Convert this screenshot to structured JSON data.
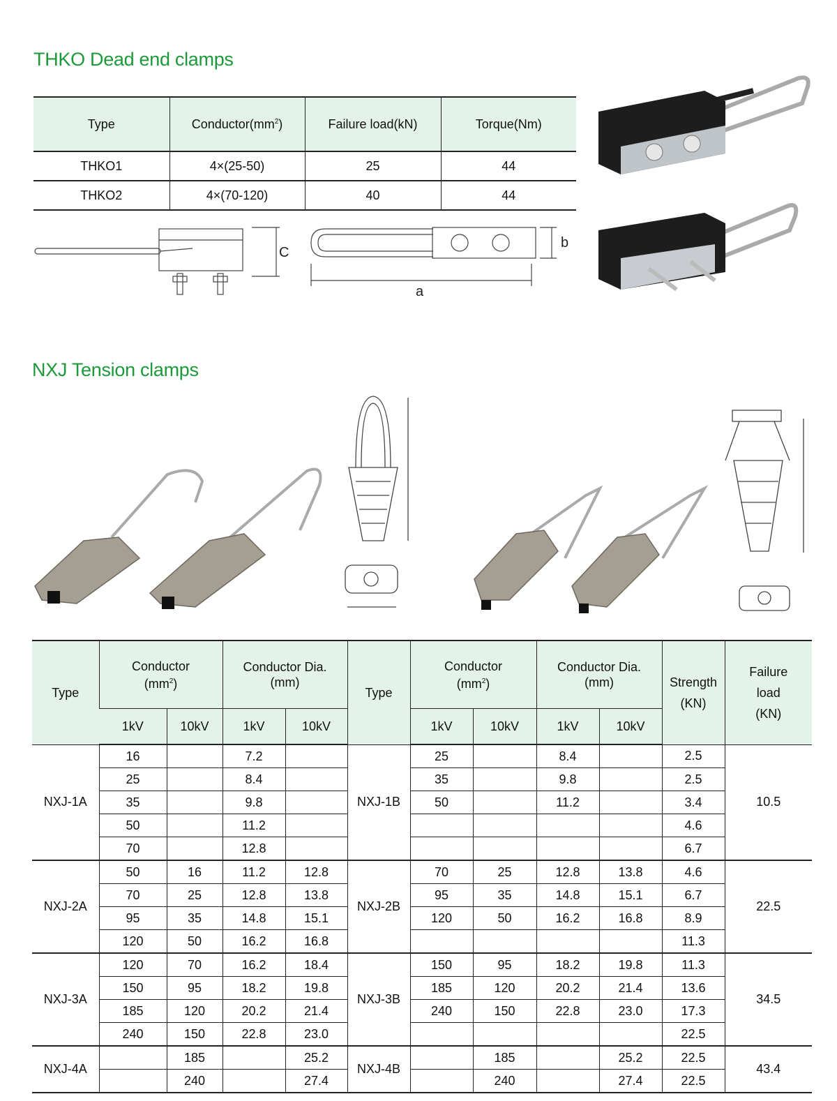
{
  "sections": {
    "thko_title": "THKO Dead end clamps",
    "nxj_title": "NXJ Tension clamps"
  },
  "thko_table": {
    "headers": [
      "Type",
      "Conductor(mm",
      "Failure load(kN)",
      "Torque(Nm)"
    ],
    "header_sup": "2",
    "header_close": ")",
    "rows": [
      [
        "THKO1",
        "4×(25-50)",
        "25",
        "44"
      ],
      [
        "THKO2",
        "4×(70-120)",
        "40",
        "44"
      ]
    ]
  },
  "thko_drawing": {
    "label_c": "C",
    "label_a": "a",
    "label_b": "b"
  },
  "nxj_table": {
    "head": {
      "type": "Type",
      "conductor": "Conductor",
      "conductor_unit_open": "(mm",
      "conductor_unit_sup": "2",
      "conductor_unit_close": ")",
      "dia": "Conductor Dia.",
      "dia_unit": "(mm)",
      "kv1": "1kV",
      "kv10": "10kV",
      "strength": "Strength",
      "strength_unit": "(KN)",
      "failure": "Failure",
      "failure_2": "load",
      "failure_unit": "(KN)"
    },
    "groups": [
      {
        "a_type": "NXJ-1A",
        "b_type": "NXJ-1B",
        "failure": "10.5",
        "rows": [
          [
            "16",
            "",
            "7.2",
            "",
            "25",
            "",
            "8.4",
            "",
            "2.5"
          ],
          [
            "25",
            "",
            "8.4",
            "",
            "35",
            "",
            "9.8",
            "",
            "2.5"
          ],
          [
            "35",
            "",
            "9.8",
            "",
            "50",
            "",
            "11.2",
            "",
            "3.4"
          ],
          [
            "50",
            "",
            "11.2",
            "",
            "",
            "",
            "",
            "",
            "4.6"
          ],
          [
            "70",
            "",
            "12.8",
            "",
            "",
            "",
            "",
            "",
            "6.7"
          ]
        ]
      },
      {
        "a_type": "NXJ-2A",
        "b_type": "NXJ-2B",
        "failure": "22.5",
        "rows": [
          [
            "50",
            "16",
            "11.2",
            "12.8",
            "70",
            "25",
            "12.8",
            "13.8",
            "4.6"
          ],
          [
            "70",
            "25",
            "12.8",
            "13.8",
            "95",
            "35",
            "14.8",
            "15.1",
            "6.7"
          ],
          [
            "95",
            "35",
            "14.8",
            "15.1",
            "120",
            "50",
            "16.2",
            "16.8",
            "8.9"
          ],
          [
            "120",
            "50",
            "16.2",
            "16.8",
            "",
            "",
            "",
            "",
            "11.3"
          ]
        ]
      },
      {
        "a_type": "NXJ-3A",
        "b_type": "NXJ-3B",
        "failure": "34.5",
        "rows": [
          [
            "120",
            "70",
            "16.2",
            "18.4",
            "150",
            "95",
            "18.2",
            "19.8",
            "11.3"
          ],
          [
            "150",
            "95",
            "18.2",
            "19.8",
            "185",
            "120",
            "20.2",
            "21.4",
            "13.6"
          ],
          [
            "185",
            "120",
            "20.2",
            "21.4",
            "240",
            "150",
            "22.8",
            "23.0",
            "17.3"
          ],
          [
            "240",
            "150",
            "22.8",
            "23.0",
            "",
            "",
            "",
            "",
            "22.5"
          ]
        ]
      },
      {
        "a_type": "NXJ-4A",
        "b_type": "NXJ-4B",
        "failure": "43.4",
        "rows": [
          [
            "",
            "185",
            "",
            "25.2",
            "",
            "185",
            "",
            "25.2",
            "22.5"
          ],
          [
            "",
            "240",
            "",
            "27.4",
            "",
            "240",
            "",
            "27.4",
            "22.5"
          ]
        ]
      }
    ]
  }
}
